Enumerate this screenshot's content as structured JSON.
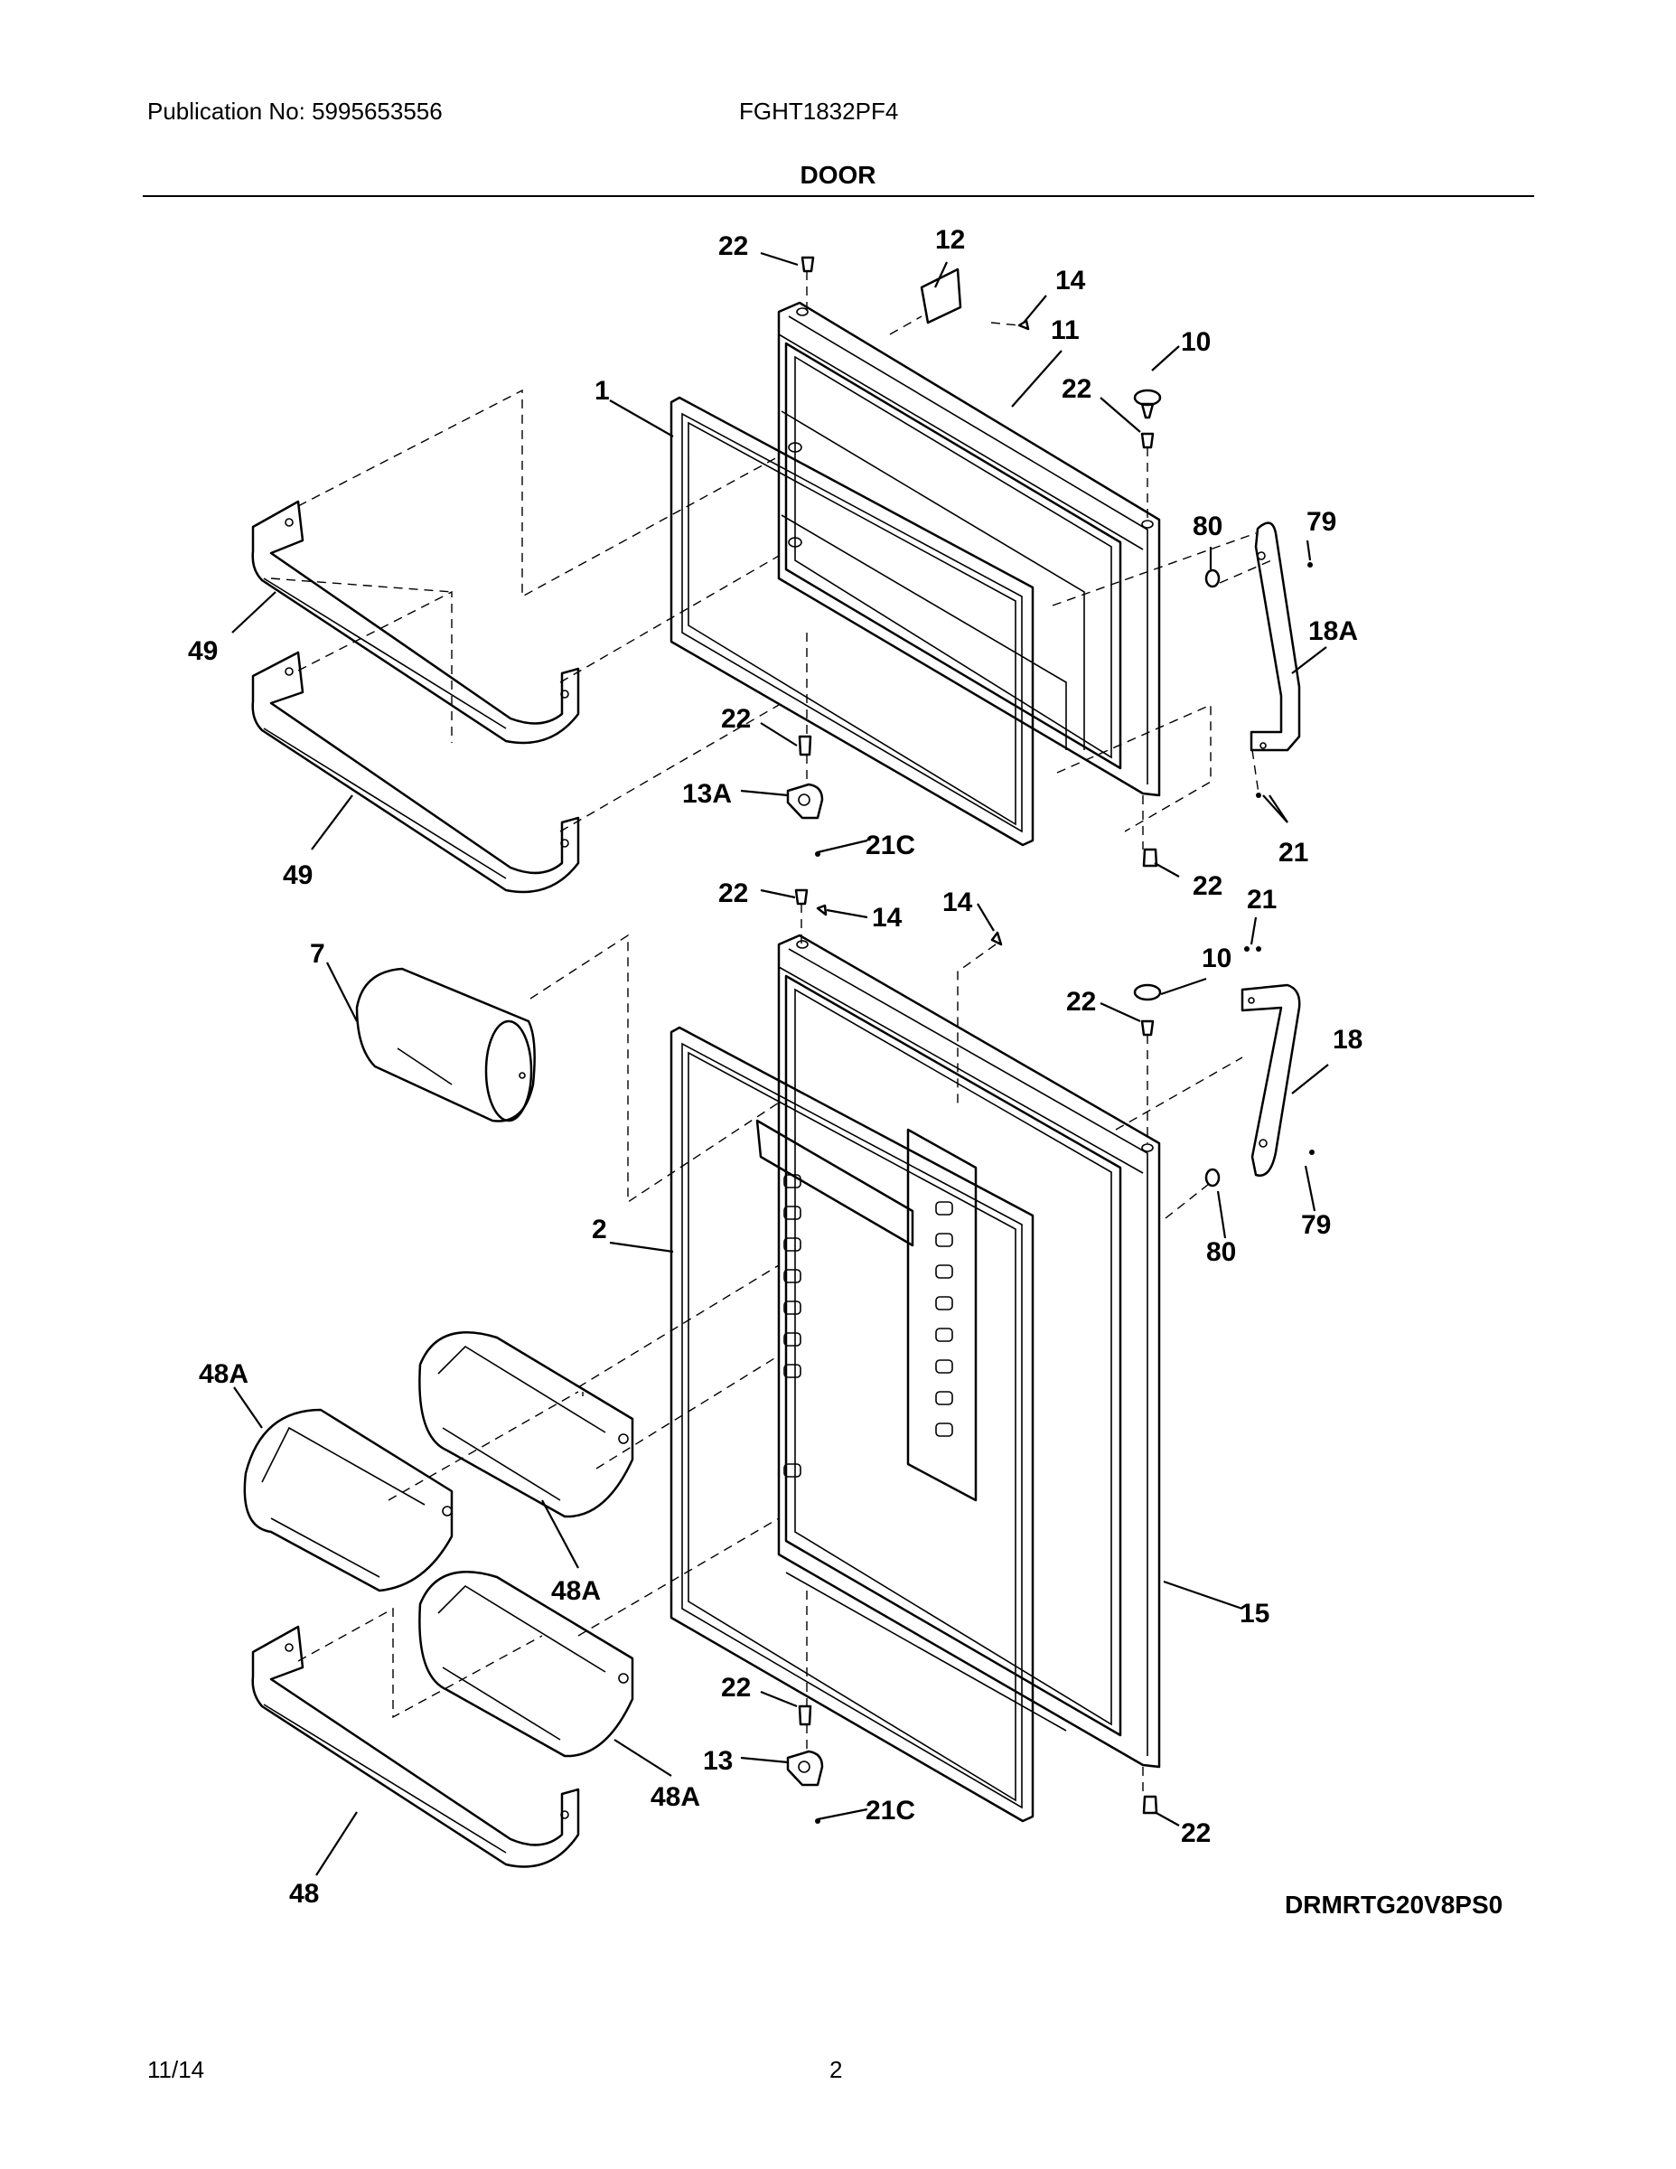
{
  "header": {
    "publication": "Publication No: 5995653556",
    "model": "FGHT1832PF4",
    "section_title": "DOOR"
  },
  "footer": {
    "date": "11/14",
    "page": "2",
    "diagram_code": "DRMRTG20V8PS0"
  },
  "callouts": {
    "c1": "1",
    "c2": "2",
    "c7": "7",
    "c10a": "10",
    "c10b": "10",
    "c11": "11",
    "c12": "12",
    "c13": "13",
    "c13a": "13A",
    "c14a": "14",
    "c14b": "14",
    "c14c": "14",
    "c15": "15",
    "c18": "18",
    "c18a": "18A",
    "c21a": "21",
    "c21b": "21",
    "c21c_a": "21C",
    "c21c_b": "21C",
    "c22a": "22",
    "c22b": "22",
    "c22c": "22",
    "c22d": "22",
    "c22e": "22",
    "c22f": "22",
    "c22g": "22",
    "c22h": "22",
    "c48": "48",
    "c48a_1": "48A",
    "c48a_2": "48A",
    "c48a_3": "48A",
    "c49a": "49",
    "c49b": "49",
    "c79a": "79",
    "c79b": "79",
    "c80a": "80",
    "c80b": "80"
  }
}
